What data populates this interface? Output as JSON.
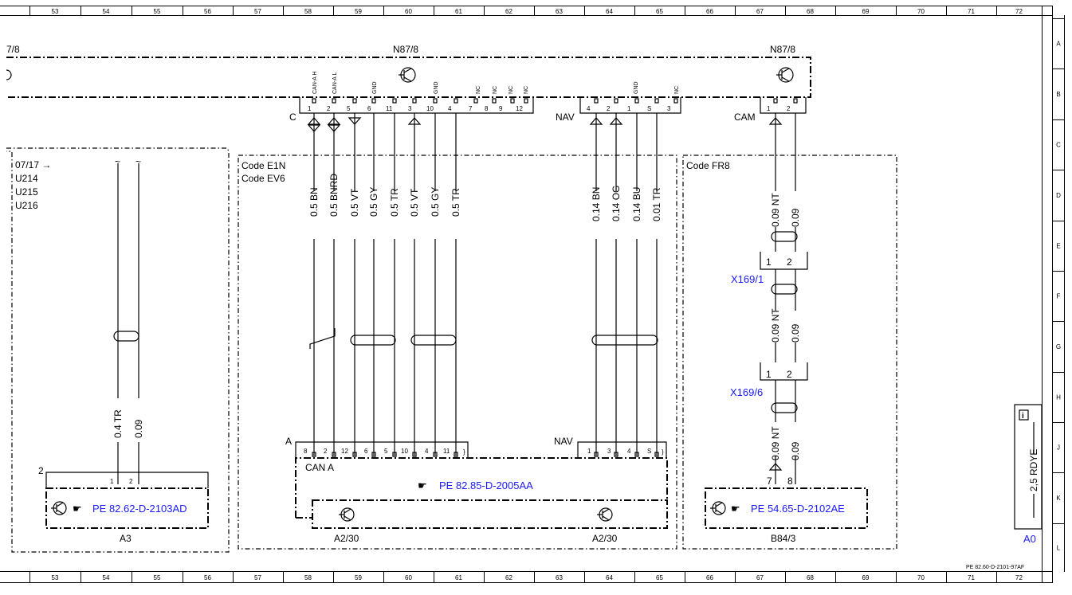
{
  "grid": {
    "columns": [
      "53",
      "54",
      "55",
      "56",
      "57",
      "58",
      "59",
      "60",
      "61",
      "62",
      "63",
      "64",
      "65",
      "66",
      "67",
      "68",
      "69",
      "70",
      "71",
      "72"
    ],
    "rows": [
      "A",
      "B",
      "C",
      "D",
      "E",
      "F",
      "G",
      "H",
      "J",
      "K",
      "L"
    ]
  },
  "connectors": {
    "left_partial": "7/8",
    "n87_main": "N87/8",
    "n87_cam": "N87/8",
    "c": "C",
    "nav_top": "NAV",
    "cam": "CAM",
    "a_bottom": "A",
    "nav_bottom": "NAV"
  },
  "c_pins": {
    "top_labels": [
      "CAN-A H",
      "CAN-A L",
      "GND",
      "GND",
      "NC",
      "NC",
      "NC",
      "NC"
    ],
    "numbers": [
      "1",
      "2",
      "5",
      "6",
      "11",
      "3",
      "10",
      "4",
      "7",
      "8",
      "9",
      "12"
    ]
  },
  "nav_pins": {
    "top_labels": [
      "GND",
      "NC"
    ],
    "numbers": [
      "4",
      "2",
      "1",
      "S",
      "3"
    ]
  },
  "cam_pins": [
    "1",
    "2"
  ],
  "codes": {
    "left_lines": [
      "07/17 →",
      "U214",
      "U215",
      "U216"
    ],
    "middle_1": "Code E1N",
    "middle_2": "Code EV6",
    "right": "Code FR8"
  },
  "wires": {
    "can_group": [
      "0.5 BN",
      "0.5 BNRD",
      "0.5 VT",
      "0.5 GY",
      "0.5 TR",
      "0.5 VT",
      "0.5 GY",
      "0.5 TR"
    ],
    "nav_group": [
      "0.14 BN",
      "0.14 OG",
      "0.14 BU",
      "0.01 TR"
    ],
    "cam_1": [
      "0.09 NT",
      "0.09"
    ],
    "cam_2": [
      "0.09 NT",
      "0.09"
    ],
    "cam_3": [
      "0.09 NT",
      "0.09"
    ],
    "left": [
      "0.4 TR",
      "0.09"
    ]
  },
  "splices": {
    "x169_1": "X169/1",
    "x169_6": "X169/6",
    "splice_pins": [
      "1",
      "2"
    ]
  },
  "a_pins": [
    "8",
    "2",
    "12",
    "6",
    "5",
    "10",
    "4",
    "11"
  ],
  "nav_bottom_pins": [
    "1",
    "3",
    "4",
    "S"
  ],
  "left_component_pins": [
    "1",
    "2"
  ],
  "left_connector_num": "2",
  "b84_pins": [
    "7",
    "8"
  ],
  "components": {
    "a3_ref": "PE 82.62-D-2103AD",
    "a3_label": "A3",
    "can_a_label": "CAN A",
    "can_ref": "PE 82.85-D-2005AA",
    "a2_30_left": "A2/30",
    "a2_30_right": "A2/30",
    "b84_ref": "PE 54.65-D-2102AE",
    "b84_label": "B84/3"
  },
  "legend": {
    "info_icon": "i",
    "wire": "2,5 RDYE",
    "ref": "A0"
  },
  "doc_id": "PE 82.60-D-2101-97AF",
  "colors": {
    "link": "#1a1aff",
    "ink": "#000000"
  }
}
